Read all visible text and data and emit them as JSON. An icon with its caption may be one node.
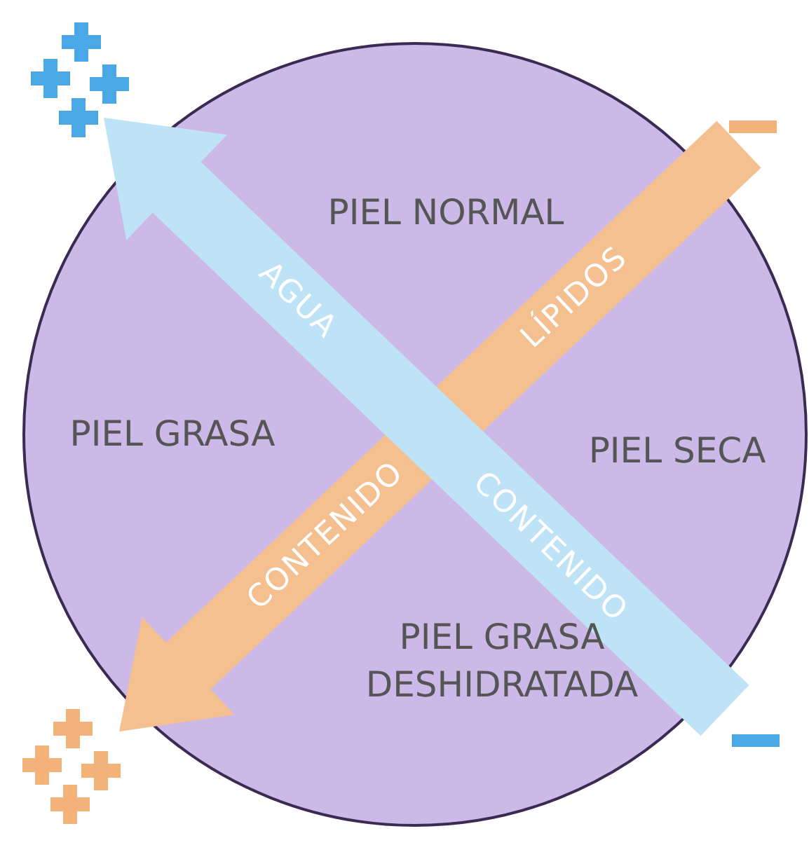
{
  "diagram": {
    "nodes": [
      {
        "text": [
          "PIEL NORMAL",
          "PIEL GRASA",
          "PIEL SECA",
          "PIEL GRASA DESHIDRATADA"
        ]
      }
    ],
    "labels": [
      "AGUA",
      "LÍPIDOS",
      "CONTENIDO",
      "CONTENIDO"
    ]
  }
}
